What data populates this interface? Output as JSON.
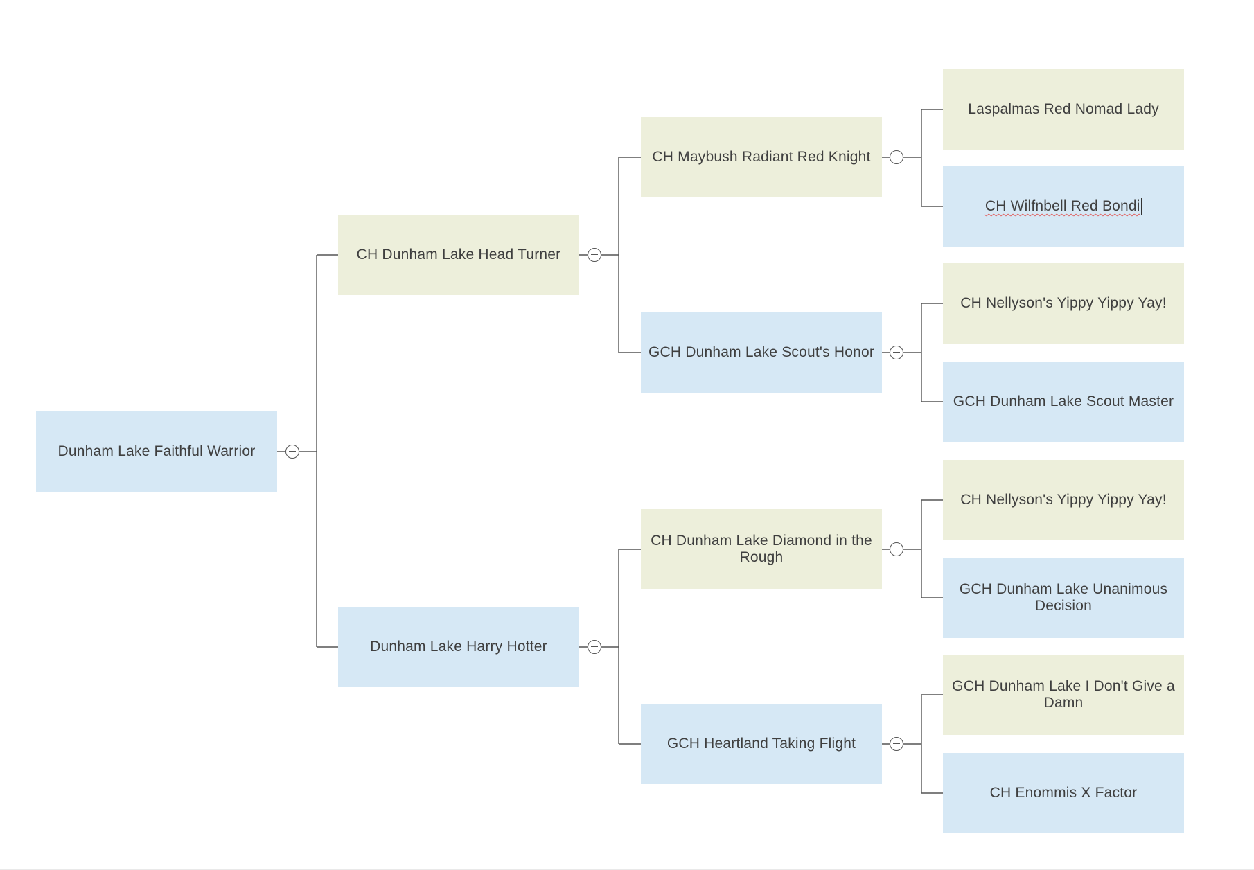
{
  "diagram": {
    "colors": {
      "blue_fill": "#d6e8f5",
      "green_fill": "#edefdb",
      "line": "#555555",
      "text": "#3f3f3f"
    },
    "nodes": [
      {
        "id": "n0",
        "label": "Dunham Lake Faithful Warrior",
        "fill": "blue",
        "collapse_icon": "minus-circle-icon"
      },
      {
        "id": "n1",
        "label": "CH Dunham Lake Head Turner",
        "fill": "green",
        "parent": "n0",
        "collapse_icon": "minus-circle-icon"
      },
      {
        "id": "n2",
        "label": "Dunham Lake Harry Hotter",
        "fill": "blue",
        "parent": "n0",
        "collapse_icon": "minus-circle-icon"
      },
      {
        "id": "n3",
        "label": "CH Maybush Radiant Red Knight",
        "fill": "green",
        "parent": "n1",
        "collapse_icon": "minus-circle-icon"
      },
      {
        "id": "n4",
        "label": "GCH Dunham Lake Scout's Honor",
        "fill": "blue",
        "parent": "n1",
        "collapse_icon": "minus-circle-icon"
      },
      {
        "id": "n5",
        "label": "CH Dunham Lake Diamond in the Rough",
        "fill": "green",
        "parent": "n2",
        "collapse_icon": "minus-circle-icon"
      },
      {
        "id": "n6",
        "label": "GCH Heartland Taking Flight",
        "fill": "blue",
        "parent": "n2",
        "collapse_icon": "minus-circle-icon"
      },
      {
        "id": "n7",
        "label": "Laspalmas Red Nomad Lady",
        "fill": "green",
        "parent": "n3"
      },
      {
        "id": "n8",
        "label": "CH Wilfnbell Red Bondi",
        "fill": "blue",
        "parent": "n3",
        "editing": true
      },
      {
        "id": "n9",
        "label": "CH Nellyson's Yippy Yippy Yay!",
        "fill": "green",
        "parent": "n4"
      },
      {
        "id": "n10",
        "label": "GCH Dunham Lake Scout Master",
        "fill": "blue",
        "parent": "n4"
      },
      {
        "id": "n11",
        "label": "CH Nellyson's Yippy Yippy Yay!",
        "fill": "green",
        "parent": "n5"
      },
      {
        "id": "n12",
        "label": "GCH Dunham Lake Unanimous Decision",
        "fill": "blue",
        "parent": "n5"
      },
      {
        "id": "n13",
        "label": "GCH Dunham Lake I Don't Give a Damn",
        "fill": "green",
        "parent": "n6"
      },
      {
        "id": "n14",
        "label": "CH Enommis X Factor",
        "fill": "blue",
        "parent": "n6"
      }
    ]
  }
}
